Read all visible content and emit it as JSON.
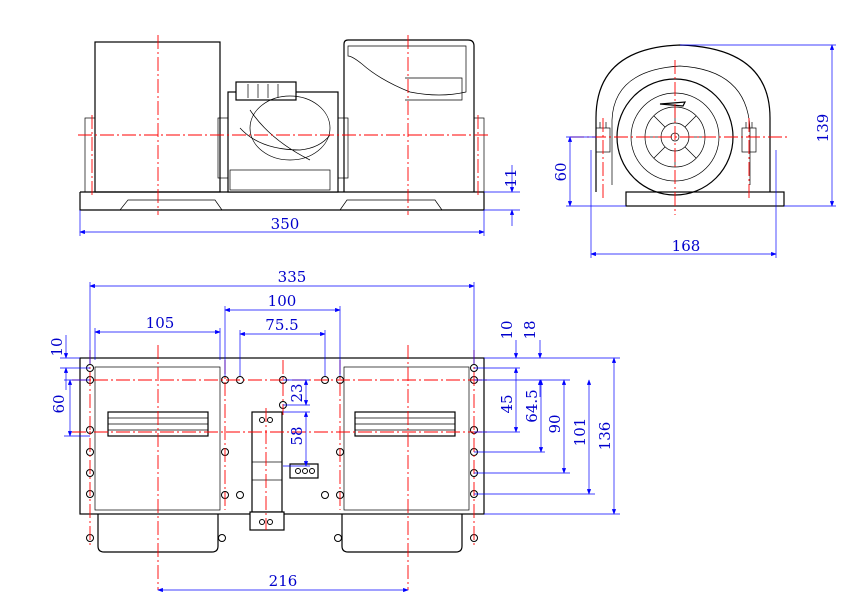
{
  "drawing": {
    "front_view": {
      "dims": {
        "width": "350",
        "base_height": "11"
      }
    },
    "side_view": {
      "dims": {
        "width": "168",
        "height": "139",
        "axis_height": "60"
      }
    },
    "bottom_view": {
      "dims": {
        "overall": "335",
        "mount_100": "100",
        "mount_75": "75.5",
        "wheel_105": "105",
        "center_216": "216",
        "left_10": "10",
        "left_60": "60",
        "mid_23": "23",
        "mid_58": "58",
        "right_10": "10",
        "right_18": "18",
        "right_45": "45",
        "right_64": "64.5",
        "right_90": "90",
        "right_101": "101",
        "right_136": "136"
      }
    }
  }
}
